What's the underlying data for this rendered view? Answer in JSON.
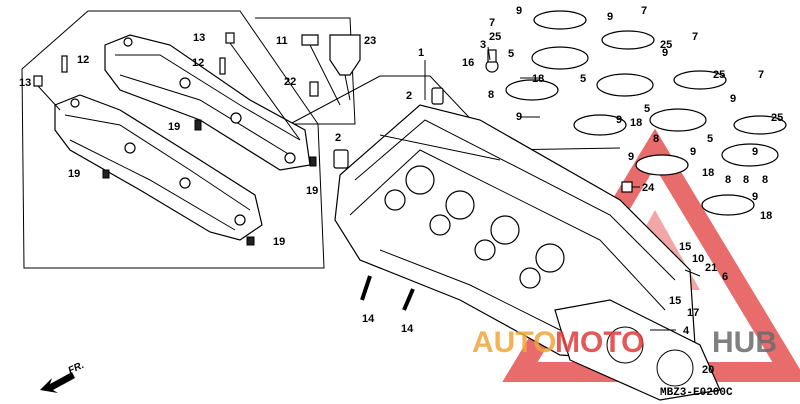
{
  "diagram": {
    "code": "MBZ3-E0200C",
    "direction_label": "FR.",
    "callouts": [
      {
        "id": "c1",
        "label": "1"
      },
      {
        "id": "c2a",
        "label": "2"
      },
      {
        "id": "c2b",
        "label": "2"
      },
      {
        "id": "c3",
        "label": "3"
      },
      {
        "id": "c4",
        "label": "4"
      },
      {
        "id": "c5a",
        "label": "5"
      },
      {
        "id": "c5b",
        "label": "5"
      },
      {
        "id": "c5c",
        "label": "5"
      },
      {
        "id": "c5d",
        "label": "5"
      },
      {
        "id": "c6",
        "label": "6"
      },
      {
        "id": "c7a",
        "label": "7"
      },
      {
        "id": "c7b",
        "label": "7"
      },
      {
        "id": "c7c",
        "label": "7"
      },
      {
        "id": "c7d",
        "label": "7"
      },
      {
        "id": "c8a",
        "label": "8"
      },
      {
        "id": "c8b",
        "label": "8"
      },
      {
        "id": "c8c",
        "label": "8"
      },
      {
        "id": "c8d",
        "label": "8"
      },
      {
        "id": "c8e",
        "label": "8"
      },
      {
        "id": "c9a",
        "label": "9"
      },
      {
        "id": "c9b",
        "label": "9"
      },
      {
        "id": "c9c",
        "label": "9"
      },
      {
        "id": "c9d",
        "label": "9"
      },
      {
        "id": "c9e",
        "label": "9"
      },
      {
        "id": "c9f",
        "label": "9"
      },
      {
        "id": "c9g",
        "label": "9"
      },
      {
        "id": "c9h",
        "label": "9"
      },
      {
        "id": "c9i",
        "label": "9"
      },
      {
        "id": "c9j",
        "label": "9"
      },
      {
        "id": "c10",
        "label": "10"
      },
      {
        "id": "c11",
        "label": "11"
      },
      {
        "id": "c12a",
        "label": "12"
      },
      {
        "id": "c12b",
        "label": "12"
      },
      {
        "id": "c13a",
        "label": "13"
      },
      {
        "id": "c13b",
        "label": "13"
      },
      {
        "id": "c14a",
        "label": "14"
      },
      {
        "id": "c14b",
        "label": "14"
      },
      {
        "id": "c15a",
        "label": "15"
      },
      {
        "id": "c15b",
        "label": "15"
      },
      {
        "id": "c16",
        "label": "16"
      },
      {
        "id": "c17",
        "label": "17"
      },
      {
        "id": "c18a",
        "label": "18"
      },
      {
        "id": "c18b",
        "label": "18"
      },
      {
        "id": "c18c",
        "label": "18"
      },
      {
        "id": "c18d",
        "label": "18"
      },
      {
        "id": "c19a",
        "label": "19"
      },
      {
        "id": "c19b",
        "label": "19"
      },
      {
        "id": "c19c",
        "label": "19"
      },
      {
        "id": "c19d",
        "label": "19"
      },
      {
        "id": "c20",
        "label": "20"
      },
      {
        "id": "c21",
        "label": "21"
      },
      {
        "id": "c22",
        "label": "22"
      },
      {
        "id": "c23",
        "label": "23"
      },
      {
        "id": "c24",
        "label": "24"
      },
      {
        "id": "c25a",
        "label": "25"
      },
      {
        "id": "c25b",
        "label": "25"
      },
      {
        "id": "c25c",
        "label": "25"
      },
      {
        "id": "c25d",
        "label": "25"
      }
    ]
  },
  "watermark": {
    "text_part1": "AUTO",
    "text_part2": "MOTO",
    "text_part3": "HUB",
    "color_orange": "#f0a63a",
    "color_red": "#e23b3b",
    "color_gray": "#6b6b6b"
  }
}
